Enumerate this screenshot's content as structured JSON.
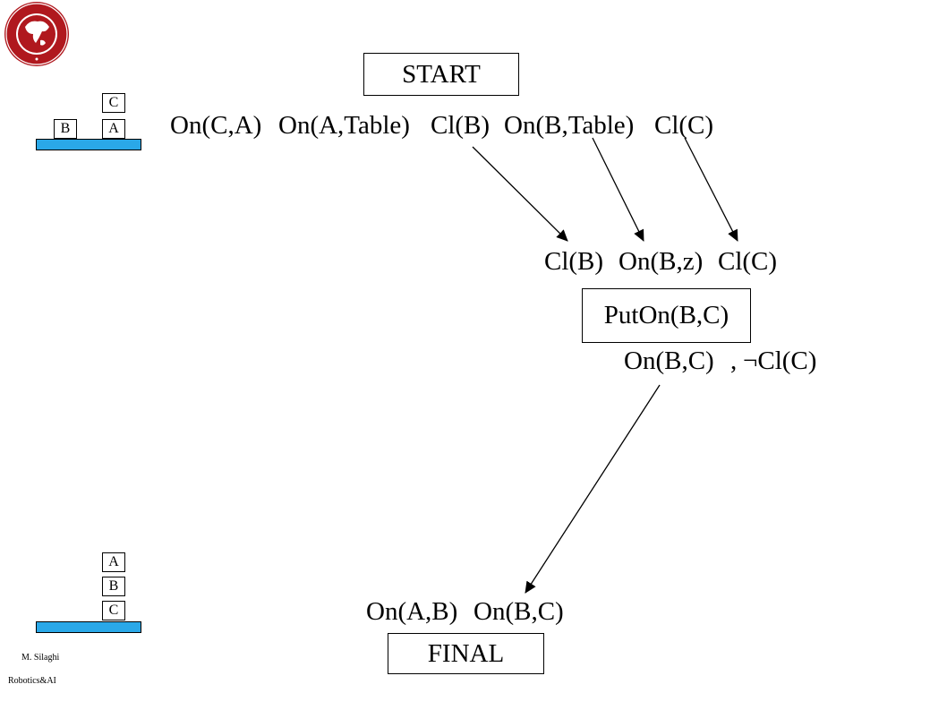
{
  "logo": {
    "ring_text": "FLORIDA INSTITUTE OF TECHNOLOGY",
    "year_text": "• 1958 •"
  },
  "start": {
    "label": "START",
    "conditions": [
      "On(C,A)",
      "On(A,Table)",
      "Cl(B)",
      "On(B,Table)",
      "Cl(C)"
    ]
  },
  "action": {
    "preconditions": [
      "Cl(B)",
      "On(B,z)",
      "Cl(C)"
    ],
    "label": "PutOn(B,C)",
    "effects": [
      "On(B,C)",
      ",",
      "¬Cl(C)"
    ]
  },
  "final": {
    "conditions": [
      "On(A,B)",
      "On(B,C)"
    ],
    "label": "FINAL"
  },
  "initial_state": {
    "blocks": [
      "B",
      "C",
      "A"
    ]
  },
  "goal_state": {
    "blocks": [
      "A",
      "B",
      "C"
    ]
  },
  "footer": {
    "author": "M. Silaghi",
    "course": "Robotics&AI"
  },
  "colors": {
    "table": "#2aa8e8",
    "logo": "#b0181e"
  }
}
